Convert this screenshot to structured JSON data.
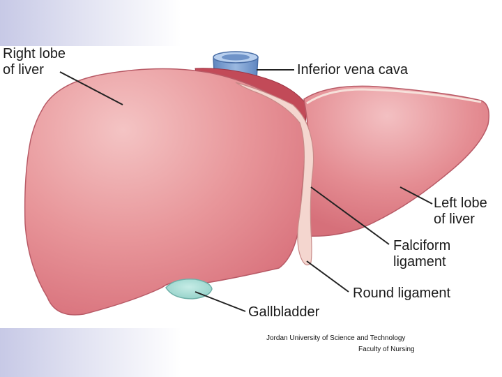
{
  "labels": {
    "right_lobe_line1": "Right lobe",
    "right_lobe_line2": "of liver",
    "inferior_vena_cava": "Inferior vena cava",
    "left_lobe_line1": "Left lobe",
    "left_lobe_line2": "of liver",
    "falciform_line1": "Falciform",
    "falciform_line2": "ligament",
    "round_ligament": "Round ligament",
    "gallbladder": "Gallbladder"
  },
  "footer": {
    "institution": "Jordan University of Science and Technology",
    "faculty": "Faculty of Nursing"
  },
  "colors": {
    "liver_light": "#f2b6b8",
    "liver_mid": "#e88a90",
    "liver_dark": "#d8707a",
    "vena_cava": "#7a9fd0",
    "gallbladder": "#a9dcd6",
    "ligament": "#f4d6cf",
    "dark_band": "#c24a58",
    "slide_accent": "#c7c9e6"
  }
}
